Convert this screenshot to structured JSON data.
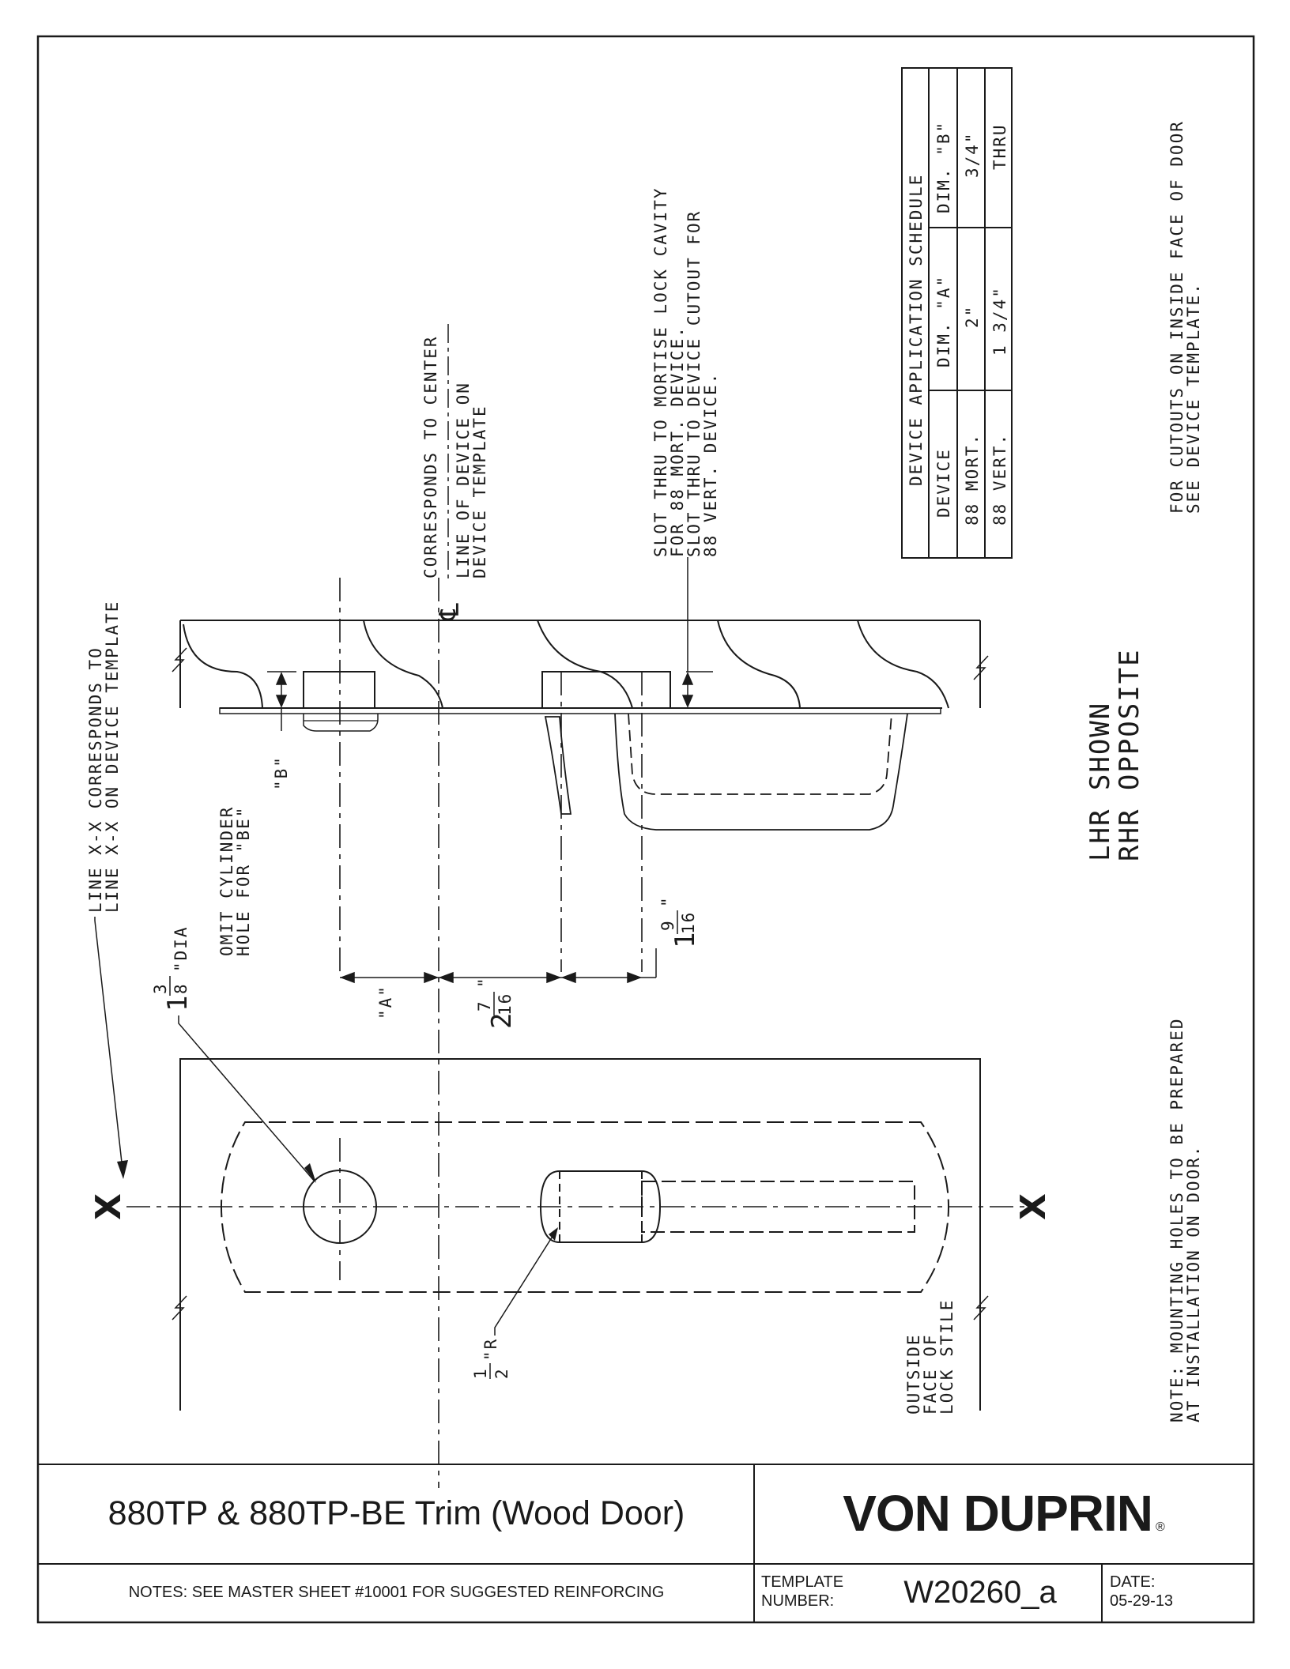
{
  "notes": {
    "line_xx": [
      "LINE X-X CORRESPONDS TO",
      "LINE X-X ON DEVICE TEMPLATE"
    ],
    "omit_cylinder": [
      "OMIT CYLINDER",
      "HOLE FOR \"BE\""
    ],
    "dia_label": "\"DIA",
    "radius_label": "\"R",
    "center_line": [
      "CORRESPONDS TO CENTER",
      "LINE OF DEVICE ON",
      "DEVICE TEMPLATE"
    ],
    "slot": [
      "SLOT THRU TO MORTISE LOCK CAVITY",
      "FOR 88 MORT. DEVICE.",
      "SLOT THRU TO DEVICE CUTOUT FOR",
      "88 VERT. DEVICE."
    ],
    "handing": [
      "LHR SHOWN",
      "RHR OPPOSITE"
    ],
    "cutouts": [
      "FOR CUTOUTS ON INSIDE FACE OF DOOR",
      "SEE DEVICE TEMPLATE."
    ],
    "mounting": [
      "NOTE: MOUNTING HOLES TO BE PREPARED",
      "AT INSTALLATION ON DOOR."
    ],
    "outside_face": [
      "OUTSIDE",
      "FACE OF",
      "LOCK STILE"
    ]
  },
  "dimensions": {
    "A": "\"A\"",
    "B": "\"B\"",
    "d1_whole": "2",
    "d1_num": "7",
    "d1_den": "16",
    "d1_mark": "\"",
    "d2_whole": "1",
    "d2_num": "9",
    "d2_den": "16",
    "d2_mark": "\"",
    "dia_whole": "1",
    "dia_num": "3",
    "dia_den": "8",
    "r_num": "1",
    "r_den": "2"
  },
  "markers": {
    "x_left": "X",
    "x_right": "X",
    "centerline_symbol": "℄"
  },
  "schedule": {
    "title": "DEVICE APPLICATION SCHEDULE",
    "headers": [
      "DEVICE",
      "DIM. \"A\"",
      "DIM. \"B\""
    ],
    "rows": [
      [
        "88 MORT.",
        "2\"",
        "3/4\""
      ],
      [
        "88 VERT.",
        "1 3/4\"",
        "THRU"
      ]
    ]
  },
  "title_block": {
    "title": "880TP & 880TP-BE Trim (Wood Door)",
    "brand": "VON DUPRIN",
    "brand_mark": "®",
    "notes": "NOTES: SEE MASTER SHEET #10001 FOR SUGGESTED REINFORCING",
    "template_label": [
      "TEMPLATE",
      "NUMBER:"
    ],
    "template_number": "W20260_a",
    "date_label": "DATE:",
    "date": "05-29-13"
  }
}
